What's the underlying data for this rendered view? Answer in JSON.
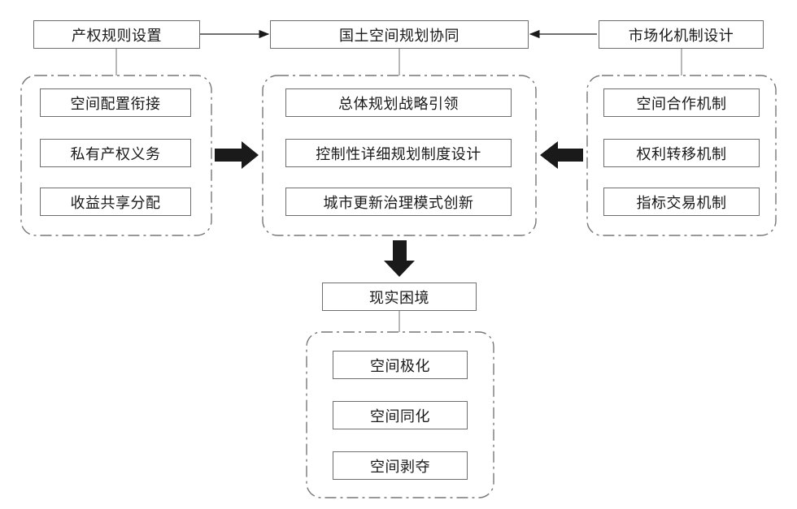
{
  "left_panel": {
    "title": "产权规则设置",
    "items": [
      "空间配置衔接",
      "私有产权义务",
      "收益共享分配"
    ]
  },
  "center_panel": {
    "title": "国土空间规划协同",
    "items": [
      "总体规划战略引领",
      "控制性详细规划制度设计",
      "城市更新治理模式创新"
    ]
  },
  "right_panel": {
    "title": "市场化机制设计",
    "items": [
      "空间合作机制",
      "权利转移机制",
      "指标交易机制"
    ]
  },
  "bottom_panel": {
    "title": "现实困境",
    "items": [
      "空间极化",
      "空间同化",
      "空间剥夺"
    ]
  },
  "colors": {
    "box_border": "#6e6e6e",
    "arrow_fill": "#1a1a1a",
    "group_border": "#777777",
    "text": "#1a1a1a"
  }
}
